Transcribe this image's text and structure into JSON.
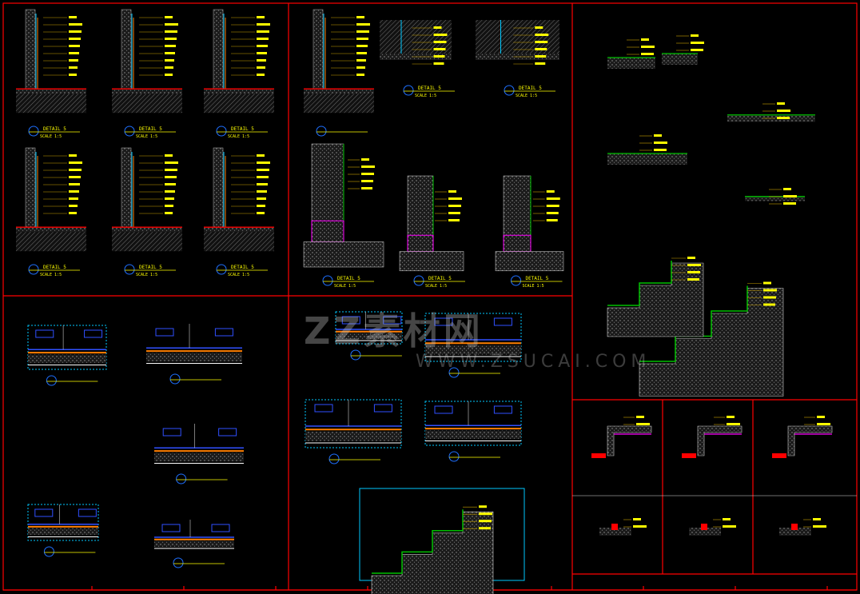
{
  "drawing": {
    "detail_title": "DETAIL 5",
    "scale_text": "SCALE 1:5",
    "detail_count_top_left": 6,
    "detail_count_top_middle": 5,
    "colors": {
      "border": "#ff0000",
      "text": "#ffff00",
      "marker": "#1e6fff",
      "leader": "#c8a000",
      "hatch": "#8a8a8a",
      "layer_orange": "#ff7f00",
      "layer_green": "#00c000",
      "layer_magenta": "#ff00ff",
      "layer_cyan": "#00c8ff",
      "layer_blue": "#3050ff"
    }
  },
  "watermark": {
    "logo_text": "ZZ素材网",
    "url_text": "WWW.ZSUCAI.COM"
  }
}
